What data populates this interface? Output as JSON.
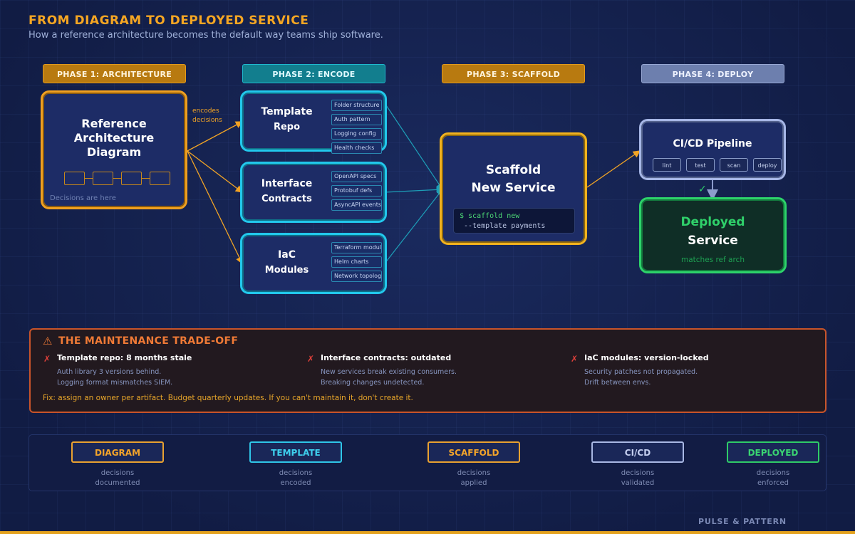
{
  "header": {
    "title": "FROM DIAGRAM TO DEPLOYED SERVICE",
    "subtitle": "How a reference architecture becomes the default way teams ship software."
  },
  "phases": [
    {
      "label": "PHASE 1: ARCHITECTURE"
    },
    {
      "label": "PHASE 2: ENCODE"
    },
    {
      "label": "PHASE 3: SCAFFOLD"
    },
    {
      "label": "PHASE 4: DEPLOY"
    }
  ],
  "reference": {
    "line1": "Reference",
    "line2": "Architecture",
    "line3": "Diagram",
    "note": "Decisions are here"
  },
  "encode_label": {
    "line1": "encodes",
    "line2": "decisions"
  },
  "encode": [
    {
      "line1": "Template",
      "line2": "Repo",
      "chips": [
        "Folder structure",
        "Auth pattern",
        "Logging config",
        "Health checks"
      ]
    },
    {
      "line1": "Interface",
      "line2": "Contracts",
      "chips": [
        "OpenAPI specs",
        "Protobuf defs",
        "AsyncAPI events"
      ]
    },
    {
      "line1": "IaC",
      "line2": "Modules",
      "chips": [
        "Terraform modules",
        "Helm charts",
        "Network topology"
      ]
    }
  ],
  "scaffold": {
    "line1": "Scaffold",
    "line2": "New Service",
    "command": "$ scaffold new",
    "flag": "--template payments"
  },
  "cicd": {
    "title": "CI/CD Pipeline",
    "steps": [
      "lint",
      "test",
      "scan",
      "deploy"
    ],
    "check": "✓"
  },
  "deployed": {
    "line1": "Deployed",
    "line2": "Service",
    "note": "matches ref arch"
  },
  "tradeoff": {
    "icon": "⚠",
    "title": "THE MAINTENANCE TRADE-OFF",
    "mark": "✗",
    "issues": [
      {
        "title": "Template repo: 8 months stale",
        "desc1": "Auth library 3 versions behind.",
        "desc2": "Logging format mismatches SIEM."
      },
      {
        "title": "Interface contracts: outdated",
        "desc1": "New services break existing consumers.",
        "desc2": "Breaking changes undetected."
      },
      {
        "title": "IaC modules: version-locked",
        "desc1": "Security patches not propagated.",
        "desc2": "Drift between envs."
      }
    ],
    "fix": "Fix: assign an owner per artifact. Budget quarterly updates. If you can't maintain it, don't create it."
  },
  "flow": [
    {
      "label": "DIAGRAM",
      "cap1": "decisions",
      "cap2": "documented"
    },
    {
      "label": "TEMPLATE",
      "cap1": "decisions",
      "cap2": "encoded"
    },
    {
      "label": "SCAFFOLD",
      "cap1": "decisions",
      "cap2": "applied"
    },
    {
      "label": "CI/CD",
      "cap1": "decisions",
      "cap2": "validated"
    },
    {
      "label": "DEPLOYED",
      "cap1": "decisions",
      "cap2": "enforced"
    }
  ],
  "brand": "PULSE & PATTERN",
  "colors": {
    "accent_orange": "#f0a020",
    "accent_cyan": "#22c8ec",
    "accent_slate": "#a6b6e6",
    "accent_green": "#2dd36a",
    "warning": "#c9542a",
    "background": "#13204a"
  }
}
